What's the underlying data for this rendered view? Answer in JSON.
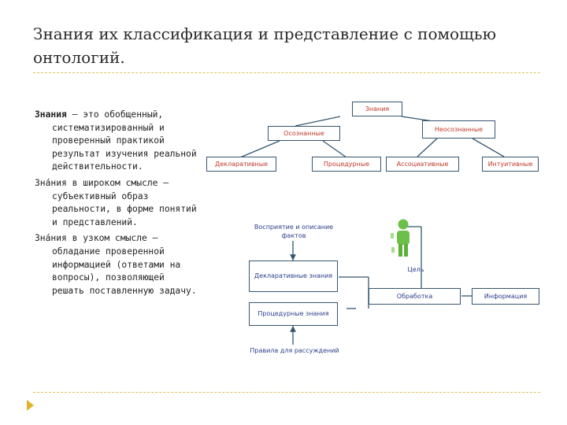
{
  "slide": {
    "title": "Знания их классификация и представление с помощью онтологий."
  },
  "text": {
    "p1_term": "Знания",
    "p1_rest": " – это обобщенный, систематизированный и проверенный практикой результат изучения реальной действительности.",
    "p2_term": "Зна́ния",
    "p2_rest": " в широком смысле — субъективный образ реальности, в форме понятий и представлений.",
    "p3_term": "Зна́ния",
    "p3_rest": " в узком смысле — обладание проверенной информацией (ответами на вопросы), позволяющей решать поставленную задачу."
  },
  "diagram": {
    "root": "Знания",
    "conscious": "Осознанные",
    "unconscious": "Неосознанные",
    "declarative": "Декларативные",
    "procedural": "Процедурные",
    "associative": "Ассоциативные",
    "intuitive": "Интуитивные",
    "perception": "Восприятие и описание фактов",
    "decl_knowledge": "Декларативные знания",
    "proc_knowledge": "Процедурные знания",
    "rules": "Правила для рассуждений",
    "goal": "Цель",
    "processing": "Обработка",
    "information": "Информация"
  },
  "colors": {
    "accent": "#e1b426",
    "box_border": "#35556e",
    "red_text": "#c0392b",
    "blue_text": "#2c3e8a",
    "figure": "#6cc04a"
  }
}
